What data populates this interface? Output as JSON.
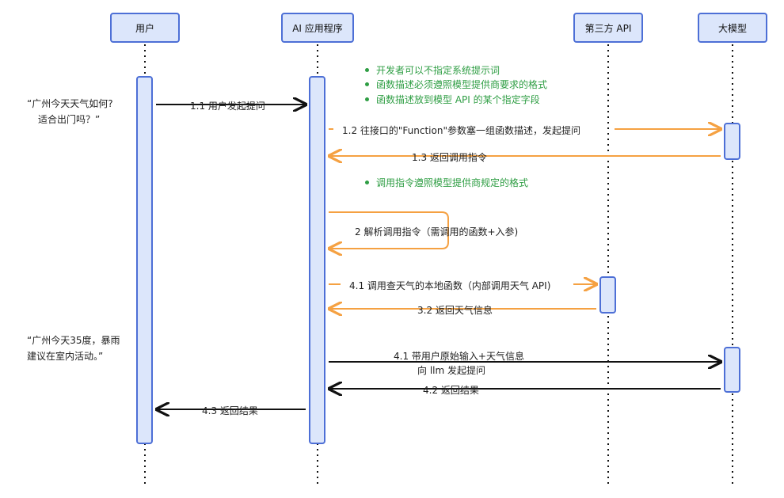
{
  "participants": [
    {
      "id": "user",
      "label": "用户"
    },
    {
      "id": "app",
      "label": "AI 应用程序"
    },
    {
      "id": "api",
      "label": "第三方 API"
    },
    {
      "id": "llm",
      "label": "大模型"
    }
  ],
  "notes_top": [
    "开发者可以不指定系统提示词",
    "函数描述必须遵照模型提供商要求的格式",
    "函数描述放到模型 API 的某个指定字段"
  ],
  "note_mid": "调用指令遵照模型提供商规定的格式",
  "user_quote_1": {
    "line1": "“广州今天天气如何?",
    "line2": "适合出门吗？”"
  },
  "user_quote_2": {
    "line1": "“广州今天35度，暴雨",
    "line2": "建议在室内活动。”"
  },
  "messages": {
    "m1_1": "1.1 用户发起提问",
    "m1_2": "1.2 往接口的\"Function\"参数塞一组函数描述，发起提问",
    "m1_3": "1.3 返回调用指令",
    "m2": "2 解析调用指令（需调用的函数+入参)",
    "m4_1a": "4.1 调用查天气的本地函数（内部调用天气 API)",
    "m3_2": "3.2 返回天气信息",
    "m4_1b_line1": "4.1 带用户原始输入+天气信息",
    "m4_1b_line2": "向 llm 发起提问",
    "m4_2": "4.2 返回结果",
    "m4_3": "4.3 返回结果"
  },
  "colors": {
    "black": "#111111",
    "orange": "#f5a142",
    "green": "#2f9e44",
    "actor_fill": "#dce6fb",
    "actor_border": "#4d6fd6"
  }
}
